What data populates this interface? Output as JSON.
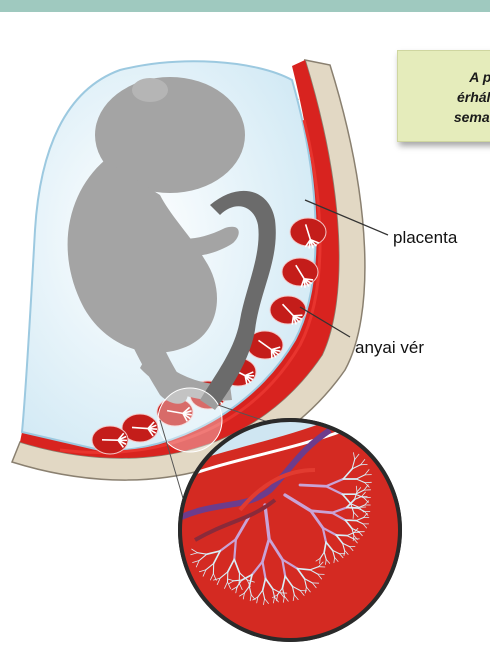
{
  "caption": {
    "line1": "A pla",
    "line2": "érhálóz",
    "line3": "sematik"
  },
  "labels": {
    "placenta": "placenta",
    "maternal_blood": "anyai vér"
  },
  "colors": {
    "top_bar": "#9fc9bf",
    "caption_bg": "#e5ecbb",
    "uterine_wall": "#e2d8c4",
    "placenta_red": "#d8231f",
    "amniotic_fluid": "#d7edf7",
    "fetus_gray": "#a4a4a4",
    "vein_purple": "#6d3c8c"
  }
}
